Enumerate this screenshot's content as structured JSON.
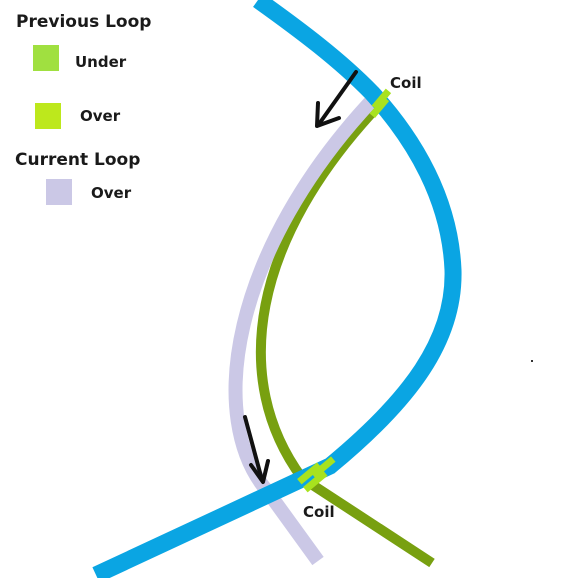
{
  "legend": {
    "previous_heading": "Previous Loop",
    "current_heading": "Current Loop",
    "items": [
      {
        "label": "Under",
        "color": "#a0e040"
      },
      {
        "label": "Over",
        "color": "#bde81c"
      },
      {
        "label": "Over",
        "color": "#cbc8e6"
      }
    ]
  },
  "annotations": {
    "coil_top": "Coil",
    "coil_bottom": "Coil"
  },
  "colors": {
    "blue_strand": "#0aa5e3",
    "green_strand": "#78a010",
    "lavender_strand": "#cbc8e6",
    "coil_highlight": "#a8e21e",
    "arrow": "#111111"
  }
}
